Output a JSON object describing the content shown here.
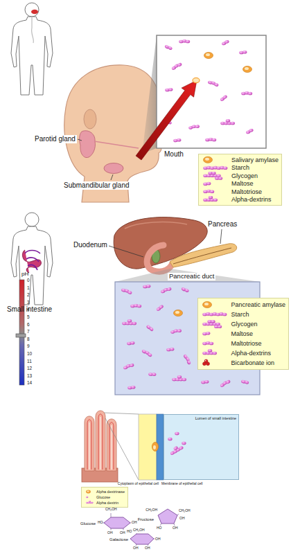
{
  "diagram": {
    "nodes": [
      {
        "text": [
          "Lumen of small intestine"
        ]
      }
    ],
    "labels": [
      "Parotid gland",
      "Mouth",
      "Submandibular gland",
      "Pancreas",
      "Duodenum",
      "Small intestine",
      "Pancreatic duct",
      "pH",
      "0",
      "1",
      "2",
      "3",
      "4",
      "5",
      "6",
      "7",
      "8",
      "9",
      "10",
      "11",
      "12",
      "13",
      "14",
      "Cytoplasm of epithelial cell",
      "Membrane of epithelial cell",
      "Glucose",
      "CH₂OH",
      "HO",
      "OH",
      "OH",
      "OH",
      "Fructose",
      "CH₂OH",
      "CH₂OH",
      "OH",
      "HO",
      "OH",
      "Galactose",
      "CH₂OH",
      "HO",
      "OH",
      "OH",
      "OH"
    ],
    "legend": [
      {
        "text": "Salivary amylase"
      },
      {
        "text": "Starch"
      },
      {
        "text": "Glycogen"
      },
      {
        "text": "Maltose"
      },
      {
        "text": "Maltotriose"
      },
      {
        "text": "Alpha-dextrins"
      },
      {
        "text": "Pancreatic amylase"
      },
      {
        "text": "Starch"
      },
      {
        "text": "Glycogen"
      },
      {
        "text": "Maltose"
      },
      {
        "text": "Maltotriose"
      },
      {
        "text": "Alpha-dextrins"
      },
      {
        "text": "Bicarbonate ion"
      },
      {
        "text": "Alpha dextrinase"
      },
      {
        "text": "Glucose"
      },
      {
        "text": "Alpha dextrin"
      }
    ]
  }
}
